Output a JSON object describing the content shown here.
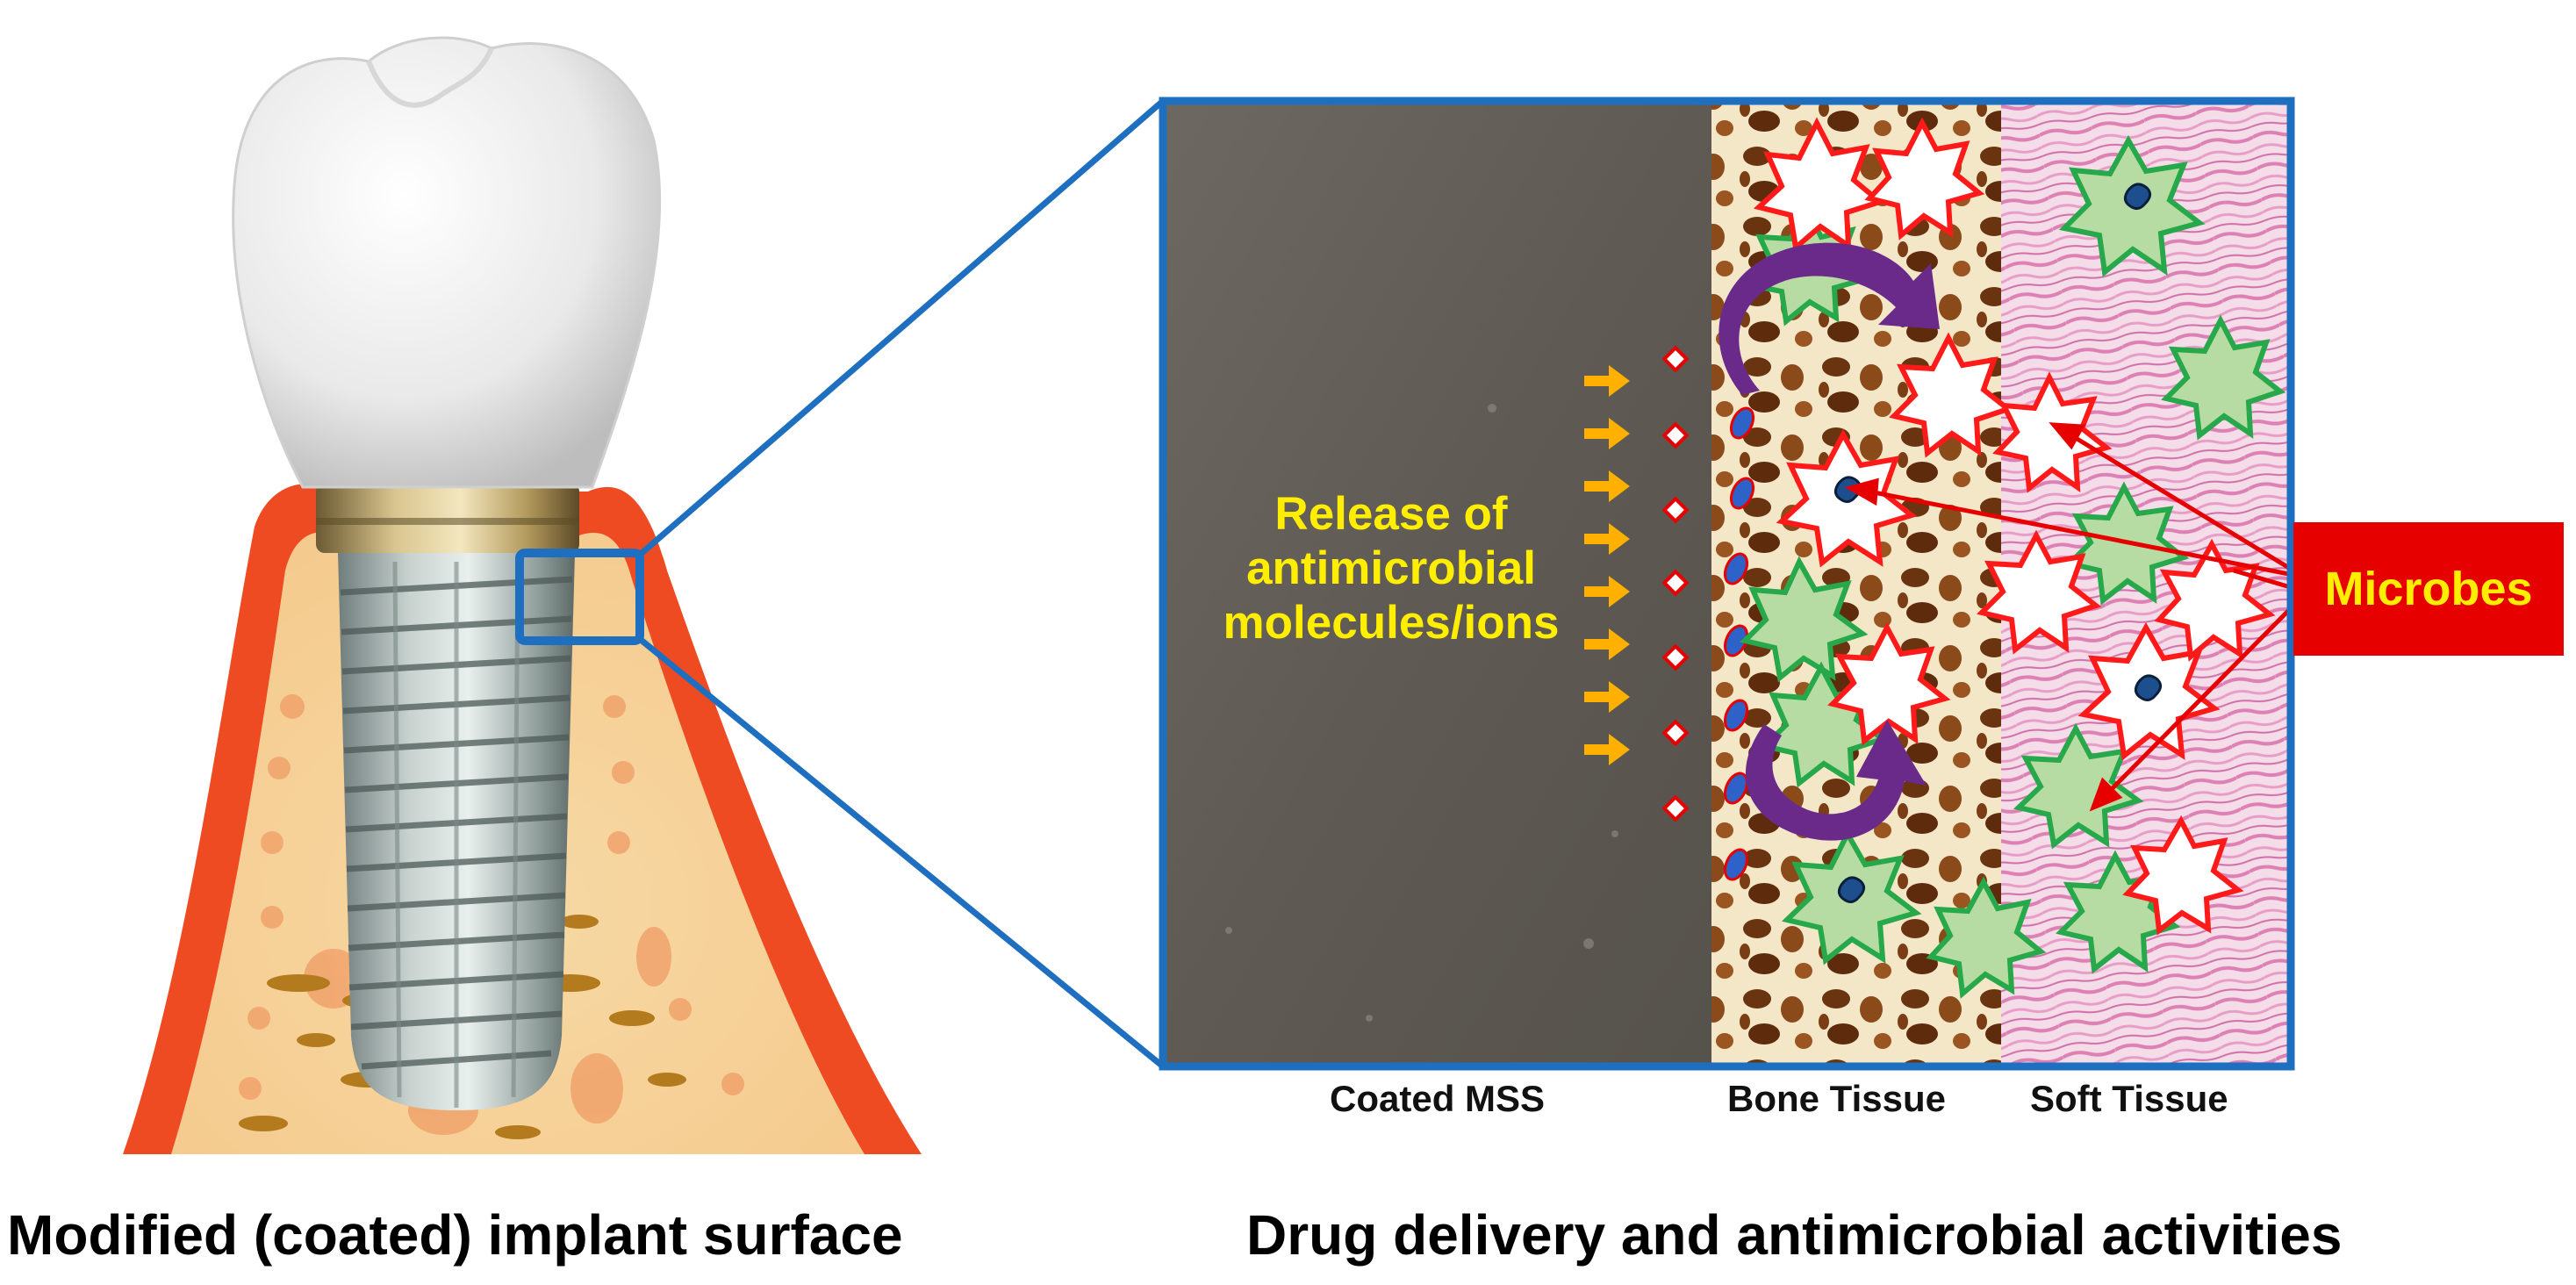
{
  "left_panel": {
    "caption": "Modified (coated) implant surface"
  },
  "right_panel": {
    "caption": "Drug delivery and antimicrobial activities",
    "release_text": [
      "Release of",
      "antimicrobial",
      "molecules/ions"
    ],
    "zones": {
      "coated_mss": "Coated MSS",
      "bone_tissue": "Bone Tissue",
      "soft_tissue": "Soft Tissue"
    },
    "microbes_label": "Microbes"
  },
  "colors": {
    "frame_blue": "#1f6fc0",
    "gum_red": "#ef4b23",
    "label_yellow": "#ffee00",
    "microbes_red": "#e60000",
    "arrow_orange": "#ffb000",
    "curve_purple": "#6a2a8a",
    "cell_green": "#b6dca3",
    "cell_green_border": "#27a84a",
    "cell_red_border": "#ff1a1a",
    "ion_blue": "#2f62c8"
  }
}
